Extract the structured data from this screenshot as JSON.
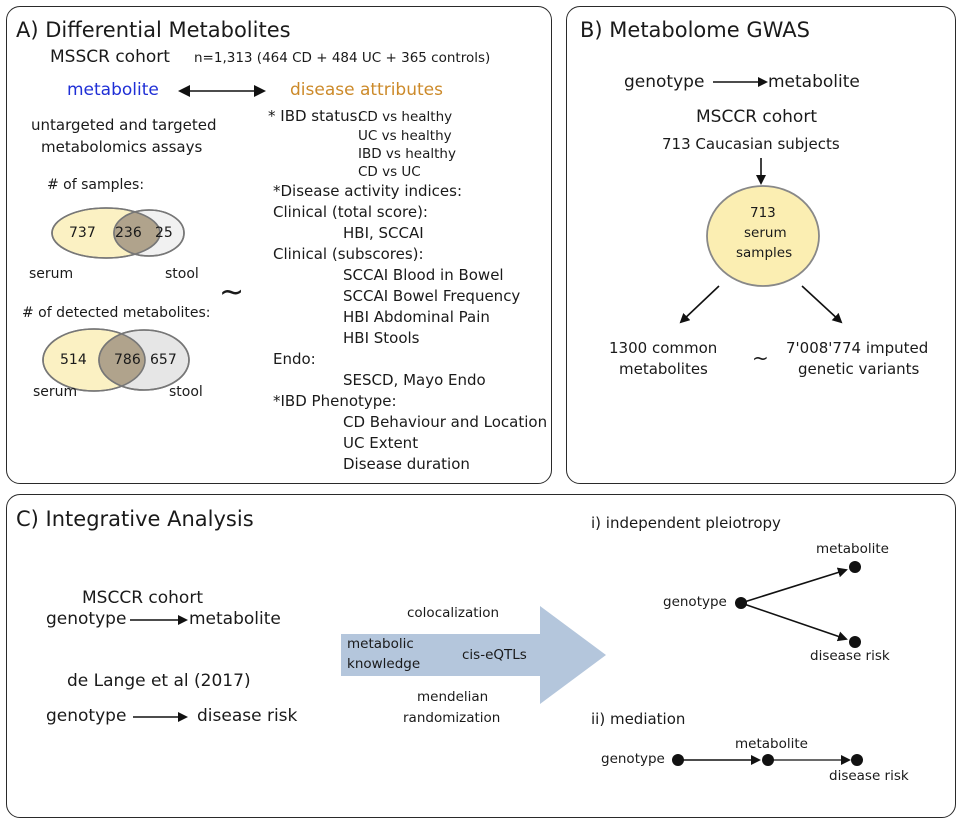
{
  "panelA": {
    "title": "A)  Differential Metabolites",
    "cohort": "MSSCR cohort",
    "n_text": "n=1,313 (464 CD + 484 UC + 365 controls)",
    "metabolite": "metabolite",
    "disease_attributes": "disease attributes",
    "assays_line1": "untargeted and targeted",
    "assays_line2": "metabolomics assays",
    "samples_label": "# of samples:",
    "samples_serum": "737",
    "samples_overlap": "236",
    "samples_stool": "25",
    "serum_label": "serum",
    "stool_label": "stool",
    "detected_label": "# of detected metabolites:",
    "detected_serum": "514",
    "detected_overlap": "786",
    "detected_stool": "657",
    "tilde": "~",
    "ibd_status": "* IBD status:",
    "cd_vs_healthy": "CD vs healthy",
    "uc_vs_healthy": "UC vs healthy",
    "ibd_vs_healthy": "IBD vs healthy",
    "cd_vs_uc": "CD vs UC",
    "activity_indices": "*Disease activity indices:",
    "clinical_total": "Clinical (total score):",
    "hbi_sccai": "HBI, SCCAI",
    "clinical_sub": "Clinical (subscores):",
    "sccai_blood": "SCCAI Blood in Bowel",
    "sccai_freq": "SCCAI Bowel Frequency",
    "hbi_pain": "HBI Abdominal Pain",
    "hbi_stools": "HBI Stools",
    "endo": "Endo:",
    "sescd": "SESCD, Mayo Endo",
    "ibd_phenotype": "*IBD Phenotype:",
    "cd_behaviour": "CD Behaviour and Location",
    "uc_extent": "UC Extent",
    "disease_duration": "Disease duration"
  },
  "panelB": {
    "title": "B)  Metabolome GWAS",
    "genotype": "genotype",
    "metabolite": "metabolite",
    "cohort": "MSCCR cohort",
    "subjects": "713 Caucasian subjects",
    "circle_l1": "713",
    "circle_l2": "serum",
    "circle_l3": "samples",
    "common_l1": "1300 common",
    "common_l2": "metabolites",
    "tilde": "~",
    "variants_l1": "7'008'774 imputed",
    "variants_l2": "genetic variants"
  },
  "panelC": {
    "title": "C)  Integrative Analysis",
    "cohort": "MSCCR cohort",
    "genotype1": "genotype",
    "metabolite1": "metabolite",
    "de_lange": "de Lange et al (2017)",
    "genotype2": "genotype",
    "disease_risk": "disease risk",
    "colocalization": "colocalization",
    "metabolic_l1": "metabolic",
    "metabolic_l2": "knowledge",
    "cis_eqtls": "cis-eQTLs",
    "mendelian_l1": "mendelian",
    "mendelian_l2": "randomization",
    "pleiotropy_title": "i) independent pleiotropy",
    "pl_metabolite": "metabolite",
    "pl_genotype": "genotype",
    "pl_disease": "disease risk",
    "mediation_title": "ii) mediation",
    "med_genotype": "genotype",
    "med_metabolite": "metabolite",
    "med_disease": "disease risk"
  },
  "colors": {
    "metabolite_blue": "#1f2fd6",
    "disease_orange": "#cc8a2a",
    "serum_fill": "#fbf1c3",
    "stool_fill": "#e6e6e6",
    "overlap_fill": "#b0a38c",
    "circle_fill": "#fbeeb2",
    "big_arrow": "#b4c6dc"
  }
}
